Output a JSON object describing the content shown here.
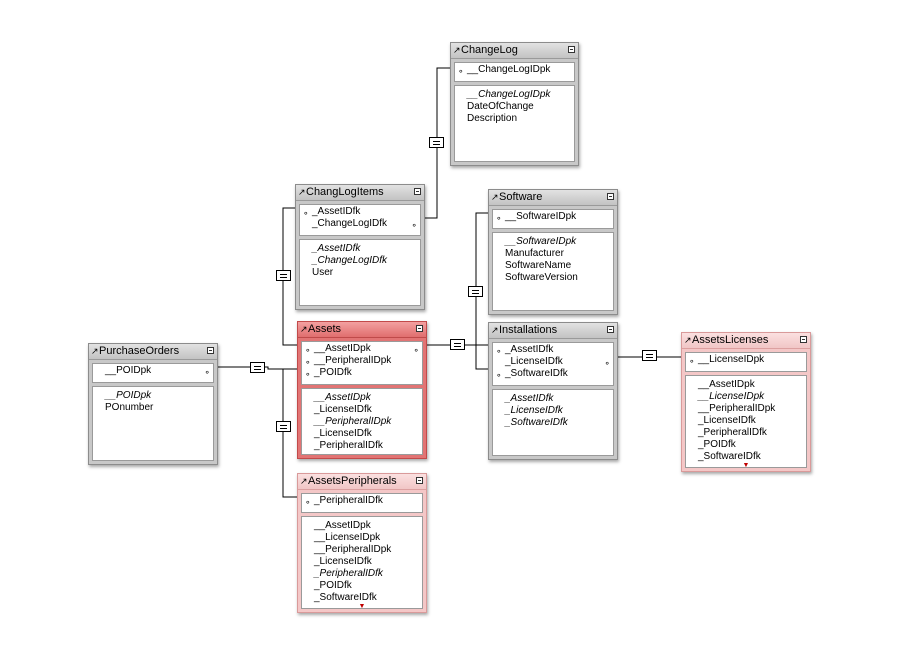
{
  "tables": [
    {
      "id": "changelog",
      "name": "ChangeLog",
      "style": "gray",
      "keys": [
        {
          "label": "__ChangeLogIDpk",
          "dot": true,
          "rdot": false
        }
      ],
      "fields": [
        {
          "label": "__ChangeLogIDpk",
          "italic": true
        },
        {
          "label": "DateOfChange",
          "italic": false
        },
        {
          "label": "Description",
          "italic": false
        }
      ],
      "more": false
    },
    {
      "id": "changlogitems",
      "name": "ChangLogItems",
      "style": "gray",
      "keys": [
        {
          "label": "_AssetIDfk",
          "dot": true,
          "rdot": false
        },
        {
          "label": "_ChangeLogIDfk",
          "dot": false,
          "rdot": true
        }
      ],
      "fields": [
        {
          "label": "_AssetIDfk",
          "italic": true
        },
        {
          "label": "_ChangeLogIDfk",
          "italic": true
        },
        {
          "label": "User",
          "italic": false
        }
      ],
      "more": false
    },
    {
      "id": "software",
      "name": "Software",
      "style": "gray",
      "keys": [
        {
          "label": "__SoftwareIDpk",
          "dot": true,
          "rdot": false
        }
      ],
      "fields": [
        {
          "label": "__SoftwareIDpk",
          "italic": true
        },
        {
          "label": "Manufacturer",
          "italic": false
        },
        {
          "label": "SoftwareName",
          "italic": false
        },
        {
          "label": "SoftwareVersion",
          "italic": false
        }
      ],
      "more": false
    },
    {
      "id": "purchaseorders",
      "name": "PurchaseOrders",
      "style": "gray",
      "keys": [
        {
          "label": "__POIDpk",
          "dot": false,
          "rdot": true
        }
      ],
      "fields": [
        {
          "label": "__POIDpk",
          "italic": true
        },
        {
          "label": "POnumber",
          "italic": false
        }
      ],
      "more": false
    },
    {
      "id": "assets",
      "name": "Assets",
      "style": "red",
      "keys": [
        {
          "label": "__AssetIDpk",
          "dot": true,
          "rdot": true
        },
        {
          "label": "__PeripheralIDpk",
          "dot": true,
          "rdot": false
        },
        {
          "label": "_POIDfk",
          "dot": true,
          "rdot": false
        }
      ],
      "fields": [
        {
          "label": "__AssetIDpk",
          "italic": true
        },
        {
          "label": "_LicenseIDfk",
          "italic": false
        },
        {
          "label": "__PeripheralIDpk",
          "italic": true
        },
        {
          "label": "_LicenseIDfk",
          "italic": false
        },
        {
          "label": "_PeripheralIDfk",
          "italic": false
        }
      ],
      "more": false
    },
    {
      "id": "installations",
      "name": "Installations",
      "style": "gray",
      "keys": [
        {
          "label": "_AssetIDfk",
          "dot": true,
          "rdot": false
        },
        {
          "label": "_LicenseIDfk",
          "dot": false,
          "rdot": true
        },
        {
          "label": "_SoftwareIDfk",
          "dot": true,
          "rdot": false
        }
      ],
      "fields": [
        {
          "label": "_AssetIDfk",
          "italic": true
        },
        {
          "label": "_LicenseIDfk",
          "italic": true
        },
        {
          "label": "_SoftwareIDfk",
          "italic": true
        }
      ],
      "more": false
    },
    {
      "id": "assetslicenses",
      "name": "AssetsLicenses",
      "style": "pink",
      "keys": [
        {
          "label": "__LicenseIDpk",
          "dot": true,
          "rdot": false
        }
      ],
      "fields": [
        {
          "label": "__AssetIDpk",
          "italic": false
        },
        {
          "label": "__LicenseIDpk",
          "italic": true
        },
        {
          "label": "__PeripheralIDpk",
          "italic": false
        },
        {
          "label": "_LicenseIDfk",
          "italic": false
        },
        {
          "label": "_PeripheralIDfk",
          "italic": false
        },
        {
          "label": "_POIDfk",
          "italic": false
        },
        {
          "label": "_SoftwareIDfk",
          "italic": false
        }
      ],
      "more": true
    },
    {
      "id": "assetsperipherals",
      "name": "AssetsPeripherals",
      "style": "pink",
      "keys": [
        {
          "label": "_PeripheralIDfk",
          "dot": true,
          "rdot": false
        }
      ],
      "fields": [
        {
          "label": "__AssetIDpk",
          "italic": false
        },
        {
          "label": "__LicenseIDpk",
          "italic": false
        },
        {
          "label": "__PeripheralIDpk",
          "italic": false
        },
        {
          "label": "_LicenseIDfk",
          "italic": false
        },
        {
          "label": "_PeripheralIDfk",
          "italic": true
        },
        {
          "label": "_POIDfk",
          "italic": false
        },
        {
          "label": "_SoftwareIDfk",
          "italic": false
        }
      ],
      "more": true
    }
  ],
  "relationships": [
    {
      "from": "changlogitems",
      "to": "changelog"
    },
    {
      "from": "changlogitems",
      "to": "assets"
    },
    {
      "from": "purchaseorders",
      "to": "assets"
    },
    {
      "from": "assets",
      "to": "assetsperipherals"
    },
    {
      "from": "assets",
      "to": "installations"
    },
    {
      "from": "software",
      "to": "installations"
    },
    {
      "from": "installations",
      "to": "assetslicenses"
    }
  ],
  "colors": {
    "gray": "#c8c8c8",
    "pink": "#f4c7c7",
    "red": "#e27474",
    "line": "#000000"
  },
  "icons": {
    "header_arrow": "expand-arrow-icon",
    "header_toggle": "collapse-toggle-icon",
    "key_dot": "key-field-dot-icon",
    "relationship": "equals-join-icon",
    "more": "more-fields-arrow-icon"
  }
}
